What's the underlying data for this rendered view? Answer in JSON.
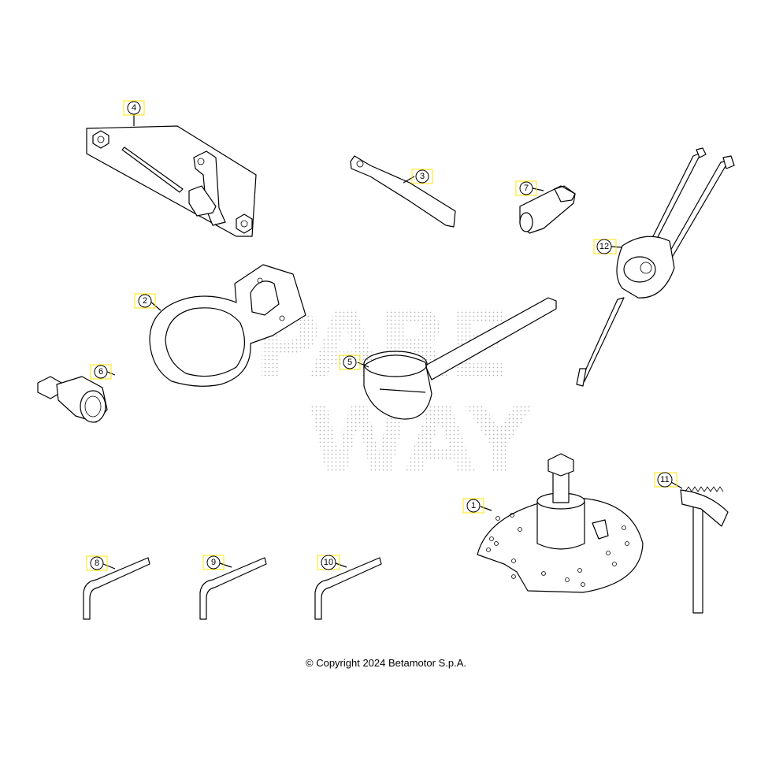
{
  "watermark": {
    "text": "SPAREWAY",
    "color": "#bbbbbb"
  },
  "callouts": [
    {
      "id": "1",
      "label": "1"
    },
    {
      "id": "2",
      "label": "2"
    },
    {
      "id": "3",
      "label": "3"
    },
    {
      "id": "4",
      "label": "4"
    },
    {
      "id": "5",
      "label": "5"
    },
    {
      "id": "6",
      "label": "6"
    },
    {
      "id": "7",
      "label": "7"
    },
    {
      "id": "8",
      "label": "8"
    },
    {
      "id": "9",
      "label": "9"
    },
    {
      "id": "10",
      "label": "10"
    },
    {
      "id": "11",
      "label": "11"
    },
    {
      "id": "12",
      "label": "12"
    }
  ],
  "colors": {
    "line": "#000000",
    "callout_highlight": "#ffe600",
    "background": "#ffffff"
  },
  "footer": {
    "copyright": "© Copyright 2024 Betamotor S.p.A."
  }
}
